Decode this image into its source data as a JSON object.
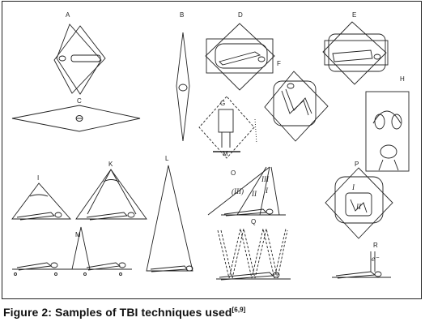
{
  "figure": {
    "panel_labels": [
      "A",
      "B",
      "C",
      "D",
      "E",
      "F",
      "G",
      "H",
      "I",
      "K",
      "L",
      "M",
      "O",
      "P",
      "Q",
      "R"
    ],
    "annotations": {
      "o_region_1": "(III)",
      "o_region_2": "II",
      "o_region_3": "I",
      "o_region_4": "III",
      "p_region_1": "I",
      "p_region_2": "II",
      "r_electron": "e⁻"
    }
  },
  "caption": {
    "text": "Figure 2: Samples of TBI techniques used",
    "refs": "[6,9]"
  }
}
